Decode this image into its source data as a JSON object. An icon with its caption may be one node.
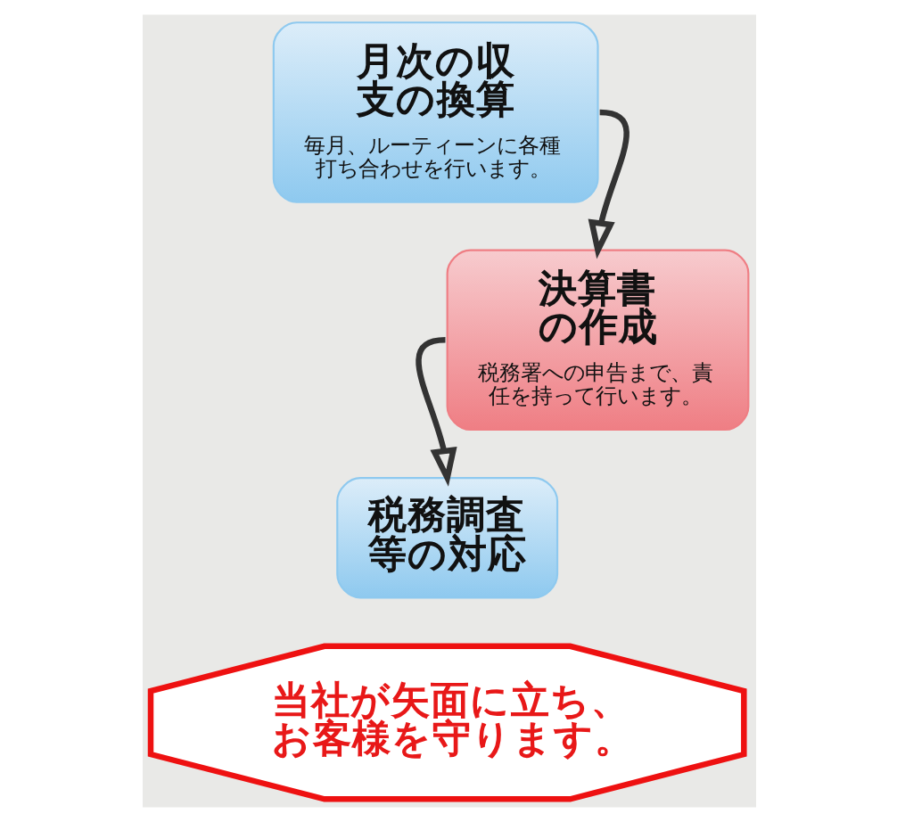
{
  "diagram": {
    "nodes": [
      {
        "text": [
          "月次の収支の換算",
          "毎月、ルーティーンに各種打ち合わせを行います。"
        ]
      },
      {
        "text": [
          "決算書の作成",
          "税務署への申告まで、責任を持って行います。"
        ]
      },
      {
        "text": [
          "税務調査等の対応"
        ]
      },
      {
        "text": [
          "当社が矢面に立ち、お客様を守ります。"
        ]
      }
    ],
    "edges": [
      {
        "from": 0,
        "to": 1,
        "arrow": "to"
      },
      {
        "from": 1,
        "to": 2,
        "arrow": "to"
      }
    ]
  }
}
